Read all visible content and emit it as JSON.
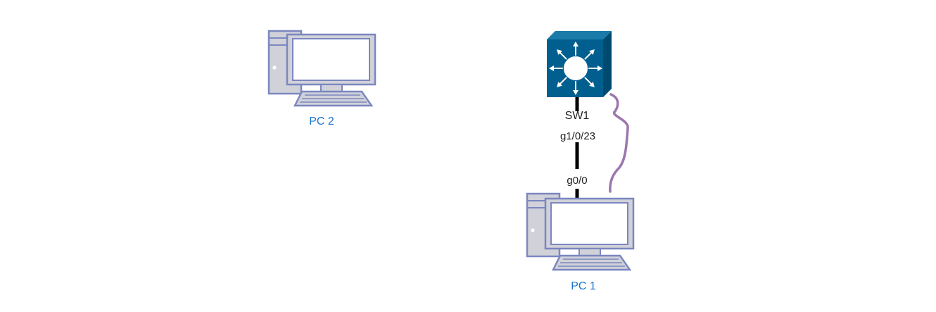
{
  "colors": {
    "background": "#ffffff",
    "pc_outline": "#7b87c0",
    "pc_fill": "#d1d1d9",
    "pc_screen": "#ffffff",
    "switch_front": "#005f8f",
    "switch_side": "#004a70",
    "switch_top": "#1a7aa8",
    "switch_arrow": "#ffffff",
    "link_ethernet": "#000000",
    "link_console": "#9b77ad",
    "label_blue": "#1874cd",
    "label_dark": "#222222"
  },
  "nodes": {
    "pc2": {
      "label": "PC 2",
      "icon": "desktop-pc-icon"
    },
    "pc1": {
      "label": "PC 1",
      "icon": "desktop-pc-icon"
    },
    "sw1": {
      "label": "SW1",
      "icon": "layer3-switch-icon"
    }
  },
  "links": {
    "ethernet": {
      "type": "ethernet",
      "from": "sw1",
      "to": "pc1",
      "port_sw1": "g1/0/23",
      "port_pc1": "g0/0"
    },
    "console": {
      "type": "console",
      "from": "sw1",
      "to": "pc1"
    }
  }
}
